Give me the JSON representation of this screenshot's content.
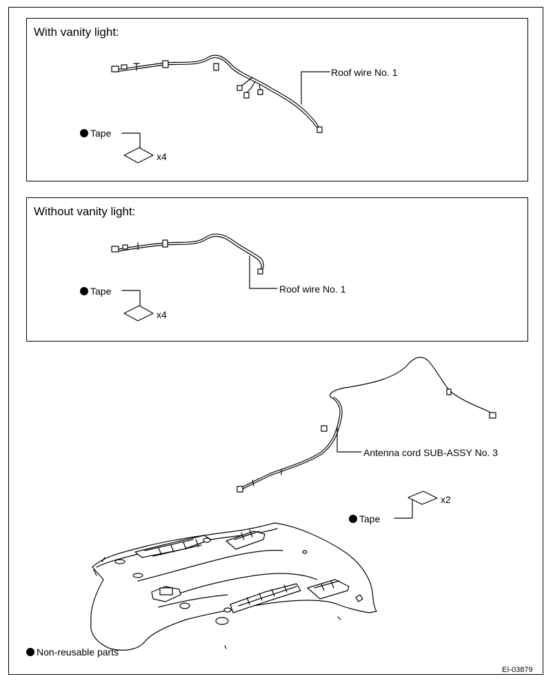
{
  "panels": {
    "with_vanity": {
      "title": "With vanity light:",
      "wire_label": "Roof wire No. 1",
      "tape_label": "Tape",
      "tape_qty": "x4"
    },
    "without_vanity": {
      "title": "Without vanity light:",
      "wire_label": "Roof wire No. 1",
      "tape_label": "Tape",
      "tape_qty": "x4"
    }
  },
  "lower": {
    "antenna_label": "Antenna cord SUB-ASSY No. 3",
    "tape_label": "Tape",
    "tape_qty": "x2"
  },
  "legend": {
    "non_reusable": "Non-reusable parts"
  },
  "figure_id": "EI-03879"
}
